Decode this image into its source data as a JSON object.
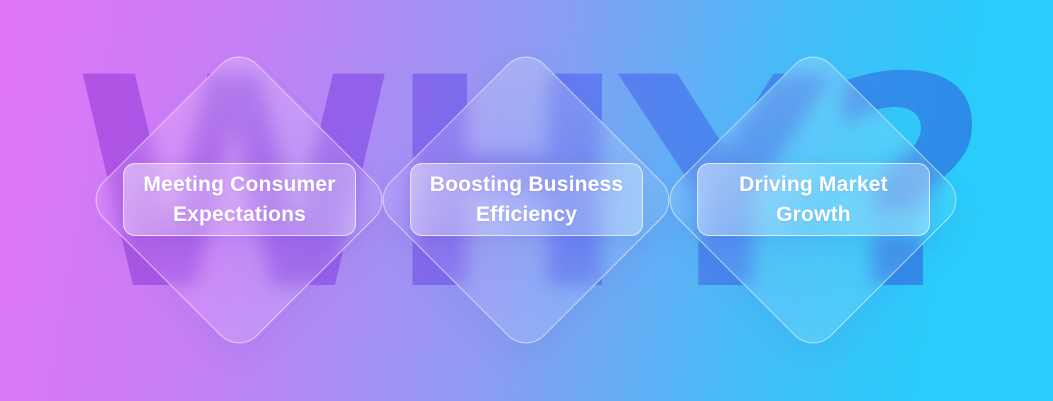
{
  "slide": {
    "background_word": "WHY?",
    "cards": [
      {
        "label": "Meeting Consumer Expectations",
        "line1": "Meeting Consumer",
        "line2": "Expectations"
      },
      {
        "label": "Boosting Business Efficiency",
        "line1": "Boosting Business",
        "line2": "Efficiency"
      },
      {
        "label": "Driving Market Growth",
        "line1": "Driving Market",
        "line2": "Growth"
      }
    ],
    "colors": {
      "bg_gradient_start": "#DF76F8",
      "bg_gradient_mid": "#8F9AF3",
      "bg_gradient_end": "#29CCFA",
      "word_gradient_start": "#AC4BE2",
      "word_gradient_end": "#2B7FE4",
      "card_text": "#FFFFFF"
    }
  }
}
